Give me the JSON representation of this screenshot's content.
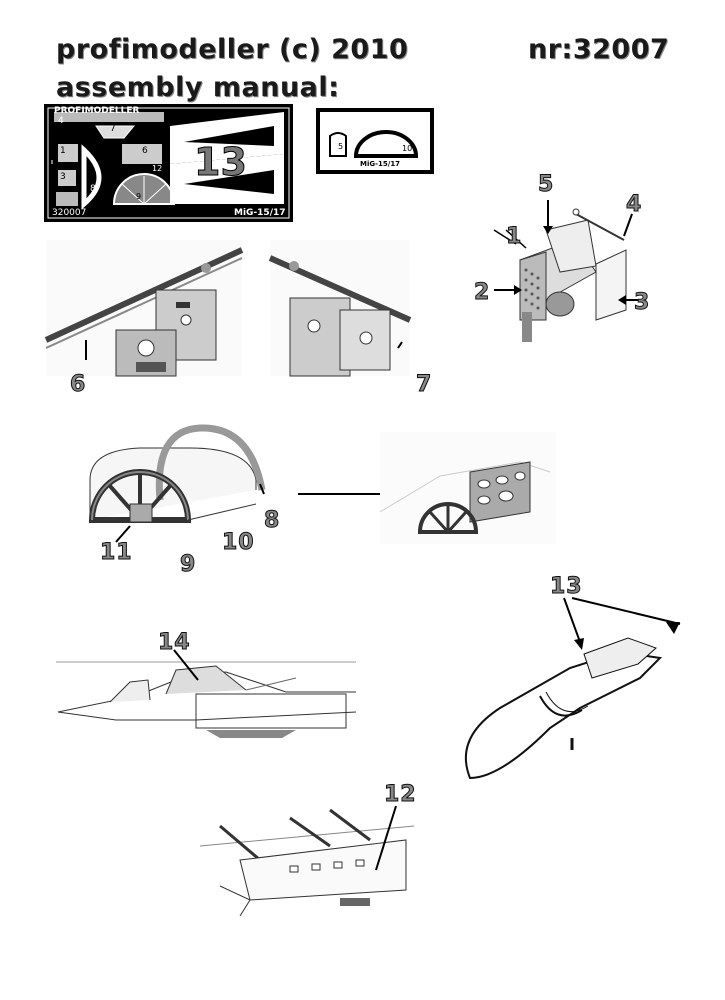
{
  "header": {
    "line1": "profimodeller (c) 2010",
    "line2": "assembly manual:",
    "kit_number": "nr:32007"
  },
  "fret_large": {
    "brand": "PROFIMODELLER",
    "code": "320007",
    "label": "MiG-15/17",
    "big_part": "13",
    "parts": [
      "7",
      "4",
      "6",
      "1",
      "12",
      "9",
      "3",
      "8"
    ]
  },
  "fret_small": {
    "label": "MiG-15/17",
    "parts": [
      "5",
      "10"
    ]
  },
  "callouts": {
    "c1": "1",
    "c2": "2",
    "c3": "3",
    "c4": "4",
    "c5": "5",
    "c6": "6",
    "c7": "7",
    "c8": "8",
    "c9": "9",
    "c10": "10",
    "c11": "11",
    "c12": "12",
    "c13": "13",
    "c14": "14"
  }
}
